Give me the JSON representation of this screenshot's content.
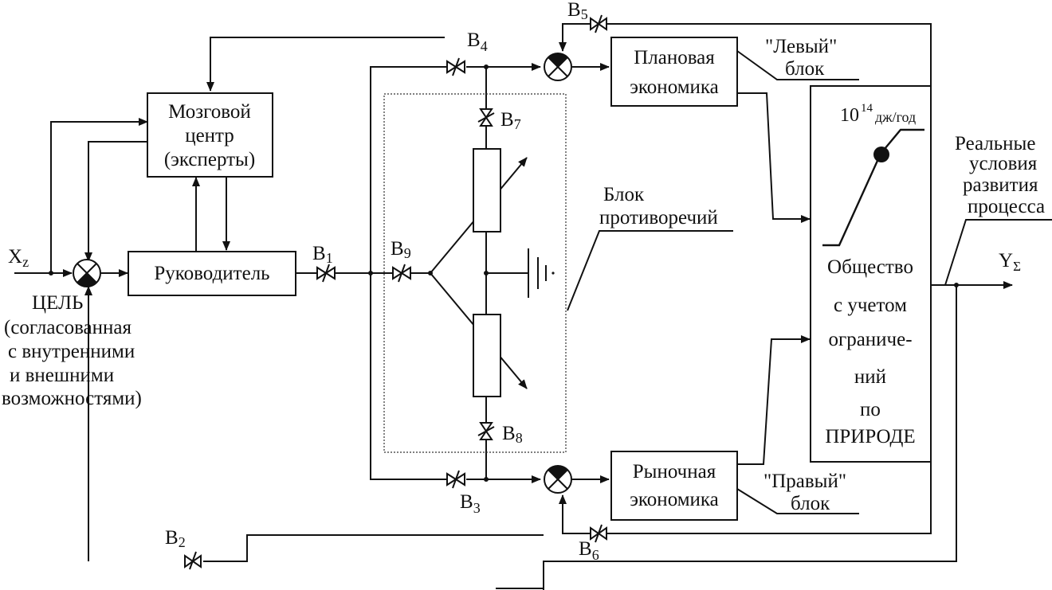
{
  "blocks": {
    "brain_center": [
      "Мозговой",
      "центр",
      "(эксперты)"
    ],
    "leader": "Руководитель",
    "planned_economy": [
      "Плановая",
      "экономика"
    ],
    "market_economy": [
      "Рыночная",
      "экономика"
    ],
    "society": [
      "Общество",
      "с учетом",
      "ограниче-",
      "ний",
      "по",
      "ПРИРОДЕ"
    ]
  },
  "annotations": {
    "left_block": [
      "\"Левый\"",
      "блок"
    ],
    "right_block": [
      "\"Правый\"",
      "блок"
    ],
    "contradiction_block": [
      "Блок",
      "противоречий"
    ],
    "real_conditions": [
      "Реальные",
      "условия",
      "развития",
      "процесса"
    ],
    "goal": [
      "ЦЕЛЬ",
      "(согласованная",
      "с внутренними",
      "и внешними",
      "возможностями)"
    ],
    "energy_unit": "дж/год",
    "energy_base": "10",
    "energy_exp": "14"
  },
  "signals": {
    "input": "X",
    "input_sub": "z",
    "output": "Y",
    "output_sub": "Σ"
  },
  "valves": {
    "v1": {
      "letter": "B",
      "index": "1"
    },
    "v2": {
      "letter": "B",
      "index": "2"
    },
    "v3": {
      "letter": "B",
      "index": "3"
    },
    "v4": {
      "letter": "B",
      "index": "4"
    },
    "v5": {
      "letter": "B",
      "index": "5"
    },
    "v6": {
      "letter": "B",
      "index": "6"
    },
    "v7": {
      "letter": "B",
      "index": "7"
    },
    "v8": {
      "letter": "B",
      "index": "8"
    },
    "v9": {
      "letter": "B",
      "index": "9"
    }
  }
}
